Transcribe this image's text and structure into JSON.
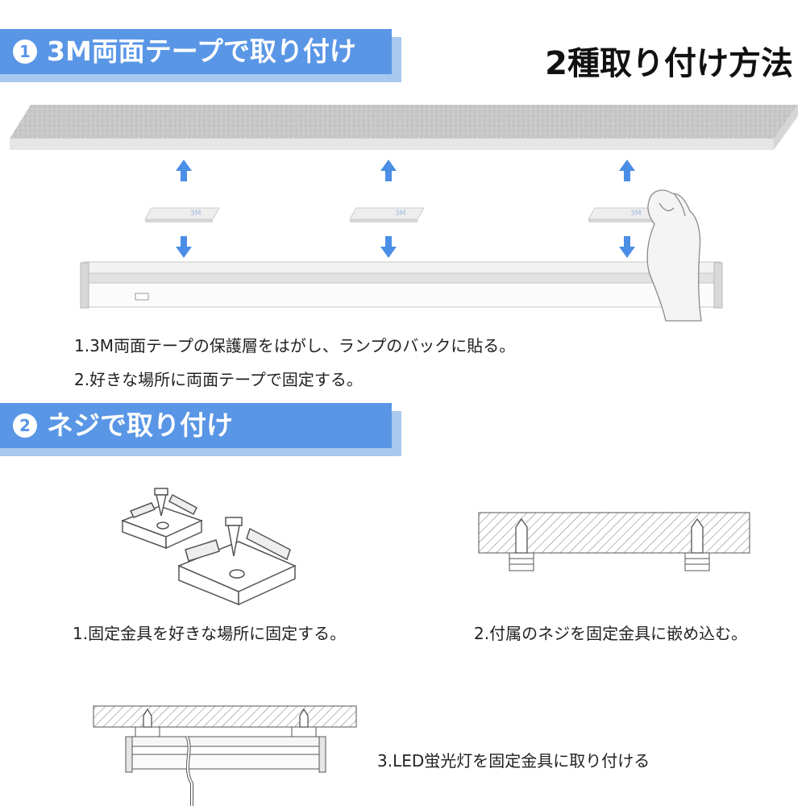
{
  "main_title": "2種取り付け方法",
  "section1": {
    "number": "1",
    "title": "3M両面テープで取り付け",
    "steps": [
      "1.3M両面テープの保護層をはがし、ランプのバックに貼る。",
      "2.好きな場所に両面テープで固定する。"
    ],
    "tape_label": "3M"
  },
  "section2": {
    "number": "2",
    "title": "ネジで取り付け",
    "steps": [
      "1.固定金具を好きな場所に固定する。",
      "2.付属のネジを固定金具に嵌め込む。",
      "3.LED蛍光灯を固定金具に取り付ける"
    ]
  },
  "colors": {
    "banner": "#5a96e6",
    "banner_shadow": "#a9c8ef",
    "arrow": "#4a8ee6"
  },
  "icons": [
    "arrow-up-icon",
    "arrow-down-icon",
    "hand-icon",
    "screw-icon",
    "bracket-icon"
  ]
}
